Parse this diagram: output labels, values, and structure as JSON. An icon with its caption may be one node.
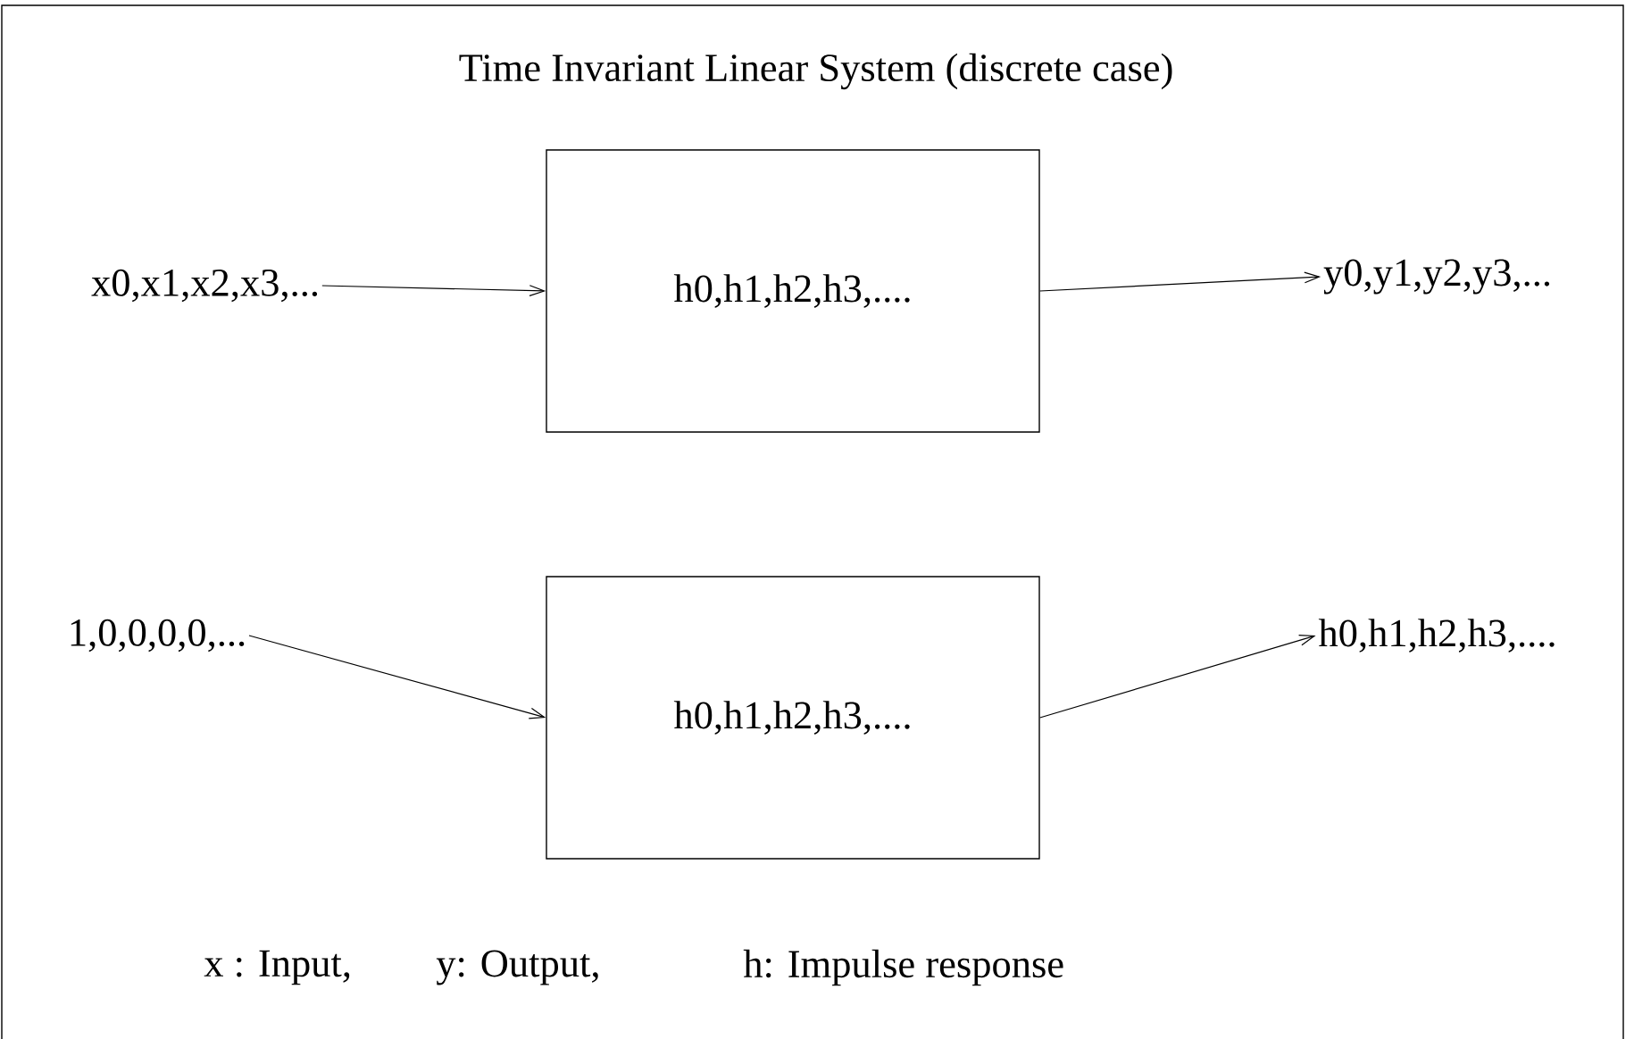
{
  "diagram": {
    "title": "Time Invariant Linear System  (discrete case)",
    "nodes": [
      {
        "text": [
          "x0,x1,x2,x3,..."
        ]
      },
      {
        "text": [
          "h0,h1,h2,h3,...."
        ]
      },
      {
        "text": [
          "y0,y1,y2,y3,..."
        ]
      },
      {
        "text": [
          "1,0,0,0,0,..."
        ]
      },
      {
        "text": [
          "h0,h1,h2,h3,...."
        ]
      },
      {
        "text": [
          "h0,h1,h2,h3,...."
        ]
      }
    ],
    "edges": [
      {
        "from": 0,
        "to": 1,
        "arrow": "to"
      },
      {
        "from": 1,
        "to": 2,
        "arrow": "to"
      },
      {
        "from": 3,
        "to": 4,
        "arrow": "to"
      },
      {
        "from": 4,
        "to": 5,
        "arrow": "to"
      }
    ],
    "labels": [
      "x : Input,",
      "y: Output,",
      "h: Impulse response"
    ]
  }
}
